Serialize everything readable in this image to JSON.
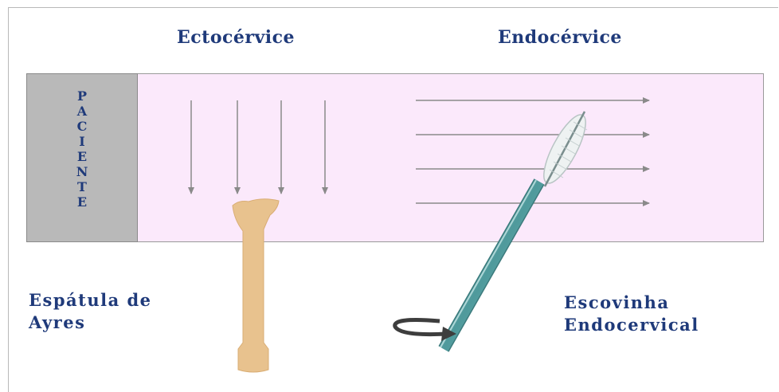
{
  "headings": {
    "ectocervix": "Ectocérvice",
    "endocervix": "Endocérvice"
  },
  "patient": {
    "letters": [
      "P",
      "A",
      "C",
      "I",
      "E",
      "N",
      "T",
      "E"
    ]
  },
  "labels": {
    "spatula_line1": "Espátula de",
    "spatula_line2": "Ayres",
    "brush_line1": "Escovinha",
    "brush_line2": "Endocervical"
  },
  "colors": {
    "heading_text": "#1f3a7a",
    "patient_bar": "#b9b9b9",
    "cervix_area": "#fbe9fb",
    "arrow": "#8a8a8a",
    "spatula": "#e8c28e",
    "brush_handle": "#6fb3b3",
    "bristles": "#e6ecec"
  },
  "icons": {
    "down_arrows": "arrow-down-icon",
    "right_arrows": "arrow-right-icon",
    "rotation": "rotation-arrow-icon"
  }
}
